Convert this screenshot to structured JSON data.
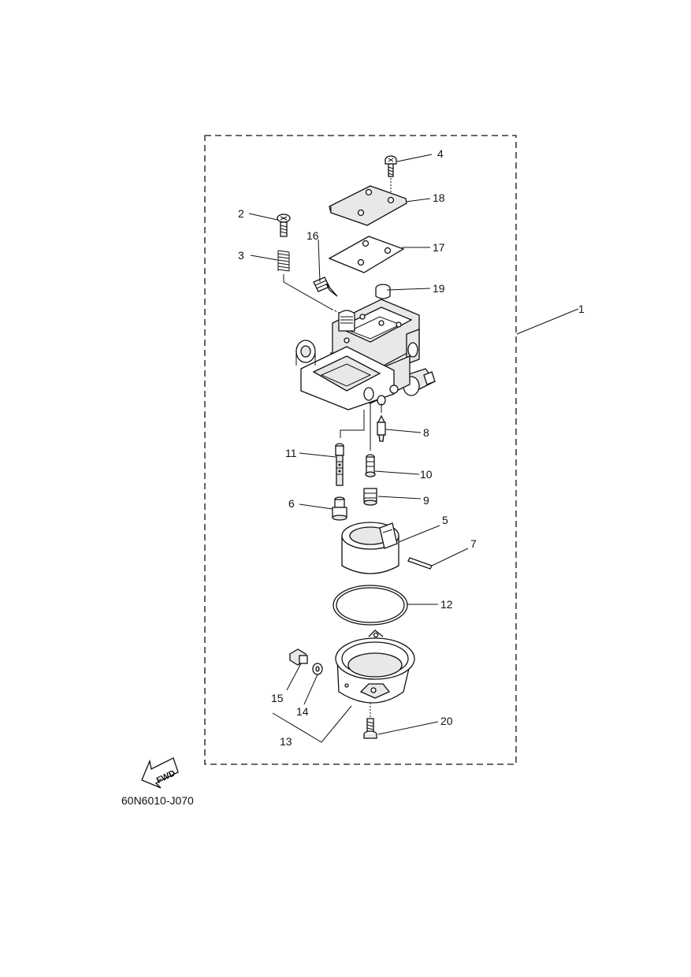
{
  "diagram": {
    "part_labels": [
      "1",
      "2",
      "3",
      "4",
      "5",
      "6",
      "7",
      "8",
      "9",
      "10",
      "11",
      "12",
      "13",
      "14",
      "15",
      "16",
      "17",
      "18",
      "19",
      "20"
    ],
    "fwd_label": "FWD",
    "reference_code": "60N6010-J070"
  }
}
